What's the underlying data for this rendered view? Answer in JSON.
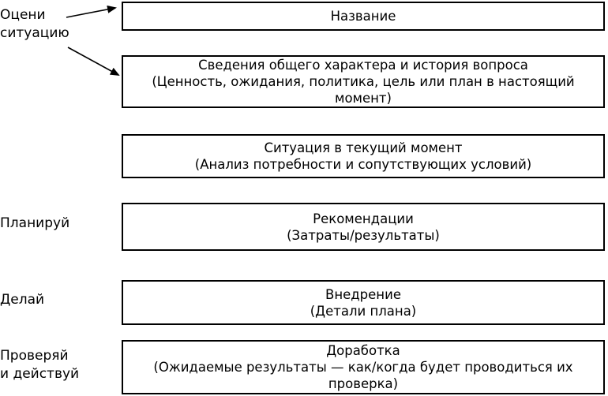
{
  "labels": {
    "assess": [
      "Оцени",
      "ситуацию"
    ],
    "plan": "Планируй",
    "do": "Делай",
    "check": [
      "Проверяй",
      "и действуй"
    ]
  },
  "boxes": {
    "title": [
      "Название"
    ],
    "background": [
      "Сведения общего характера и история вопроса",
      "(Ценность, ожидания, политика, цель или план в настоящий",
      "момент)"
    ],
    "situation": [
      "Ситуация в текущий момент",
      "(Анализ потребности и сопутствующих условий)"
    ],
    "recommendations": [
      "Рекомендации",
      "(Затраты/результаты)"
    ],
    "implementation": [
      "Внедрение",
      "(Детали плана)"
    ],
    "refinement": [
      "Доработка",
      "(Ожидаемые результаты — как/когда будет проводиться их",
      "проверка)"
    ]
  }
}
